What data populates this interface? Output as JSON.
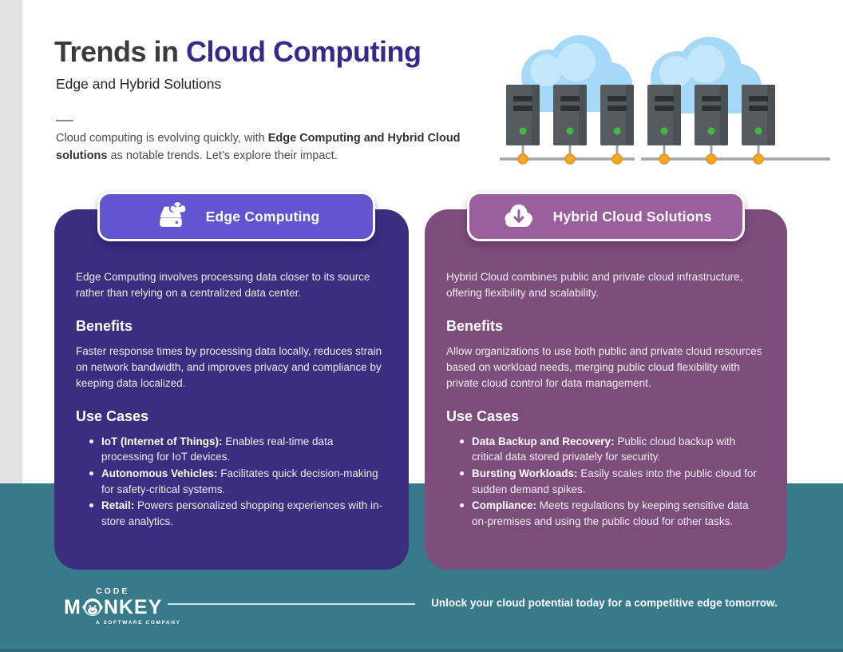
{
  "page": {
    "title_prefix": "Trends in ",
    "title_accent": "Cloud Computing",
    "subtitle": "Edge and Hybrid Solutions",
    "intro": {
      "pre": "Cloud computing is evolving quickly, with ",
      "bold": "Edge Computing and Hybrid Cloud solutions",
      "post": " as notable trends. Let’s explore their impact."
    }
  },
  "illustration": {
    "name": "cloud-server-network-illustration",
    "clouds": 2,
    "servers": 6
  },
  "cards": [
    {
      "title": "Edge Computing",
      "icon": "edge-server-cloud-icon",
      "intro": "Edge Computing involves processing data closer to its source rather than relying on a centralized data center.",
      "benefits_heading": "Benefits",
      "benefits": "Faster response times by processing data locally, reduces strain on network bandwidth, and improves privacy and compliance by keeping data localized.",
      "use_cases_heading": "Use Cases",
      "use_cases": [
        {
          "lead": "IoT (Internet of Things):",
          "text": "Enables real-time data processing for IoT devices."
        },
        {
          "lead": "Autonomous Vehicles:",
          "text": "Facilitates quick decision-making for safety-critical systems."
        },
        {
          "lead": "Retail:",
          "text": "Powers personalized shopping experiences with in-store analytics."
        }
      ]
    },
    {
      "title": "Hybrid Cloud Solutions",
      "icon": "cloud-download-icon",
      "intro": "Hybrid Cloud combines public and private cloud infrastructure, offering flexibility and scalability.",
      "benefits_heading": "Benefits",
      "benefits": "Allow organizations to use both public and private cloud resources based on workload needs, merging public cloud flexibility with private cloud control for data management.",
      "use_cases_heading": "Use Cases",
      "use_cases": [
        {
          "lead": "Data Backup and Recovery:",
          "text": "Public cloud backup with critical data stored privately for security."
        },
        {
          "lead": "Bursting Workloads:",
          "text": "Easily scales into the public cloud for sudden demand spikes."
        },
        {
          "lead": "Compliance:",
          "text": "Meets regulations by keeping sensitive data on-premises and using the public cloud for other tasks."
        }
      ]
    }
  ],
  "footer": {
    "logo": {
      "line1": "CODE",
      "word_start": "M",
      "word_end": "NKEY",
      "sub": "A SOFTWARE COMPANY"
    },
    "message": "Unlock your cloud potential today for a competitive edge tomorrow."
  },
  "colors": {
    "title_accent": "#37288c",
    "edge_card": "#3b2e80",
    "edge_pill": "#6355d2",
    "hybrid_card": "#7d4e7b",
    "hybrid_pill": "#9a609d",
    "footer_teal": "#38798a",
    "left_strip": "#e3e3e4",
    "cloud_blue": "#a5d9f7",
    "connector_orange": "#f6a723",
    "led_green": "#43b84a"
  }
}
